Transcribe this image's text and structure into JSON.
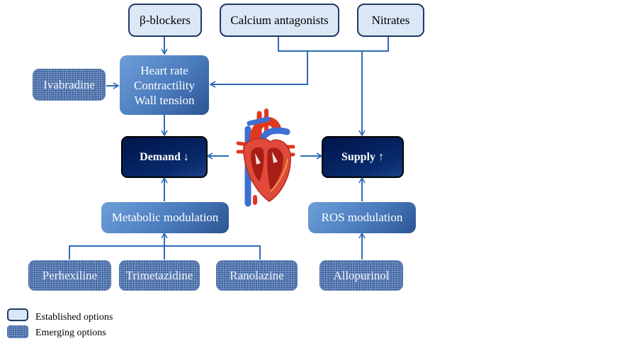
{
  "top_boxes": {
    "beta_blockers": "β-blockers",
    "calcium_antagonists": "Calcium antagonists",
    "nitrates": "Nitrates"
  },
  "ivabradine": "Ivabradine",
  "determinants": [
    "Heart rate",
    "Contractility",
    "Wall tension"
  ],
  "demand": "Demand ↓",
  "supply": "Supply ↑",
  "metabolic_modulation": "Metabolic modulation",
  "ros_modulation": "ROS modulation",
  "bottom_boxes": {
    "perhexiline": "Perhexiline",
    "trimetazidine": "Trimetazidine",
    "ranolazine": "Ranolazine",
    "allopurinol": "Allopurinol"
  },
  "legend": {
    "established": "Established options",
    "emerging": "Emerging options"
  },
  "colors": {
    "connector": "#2e6cb5",
    "established_fill": "#dde9f6",
    "established_border": "#1f3a66",
    "emerging_fill": "#3b66a8",
    "dark_fill": "#00144a"
  }
}
